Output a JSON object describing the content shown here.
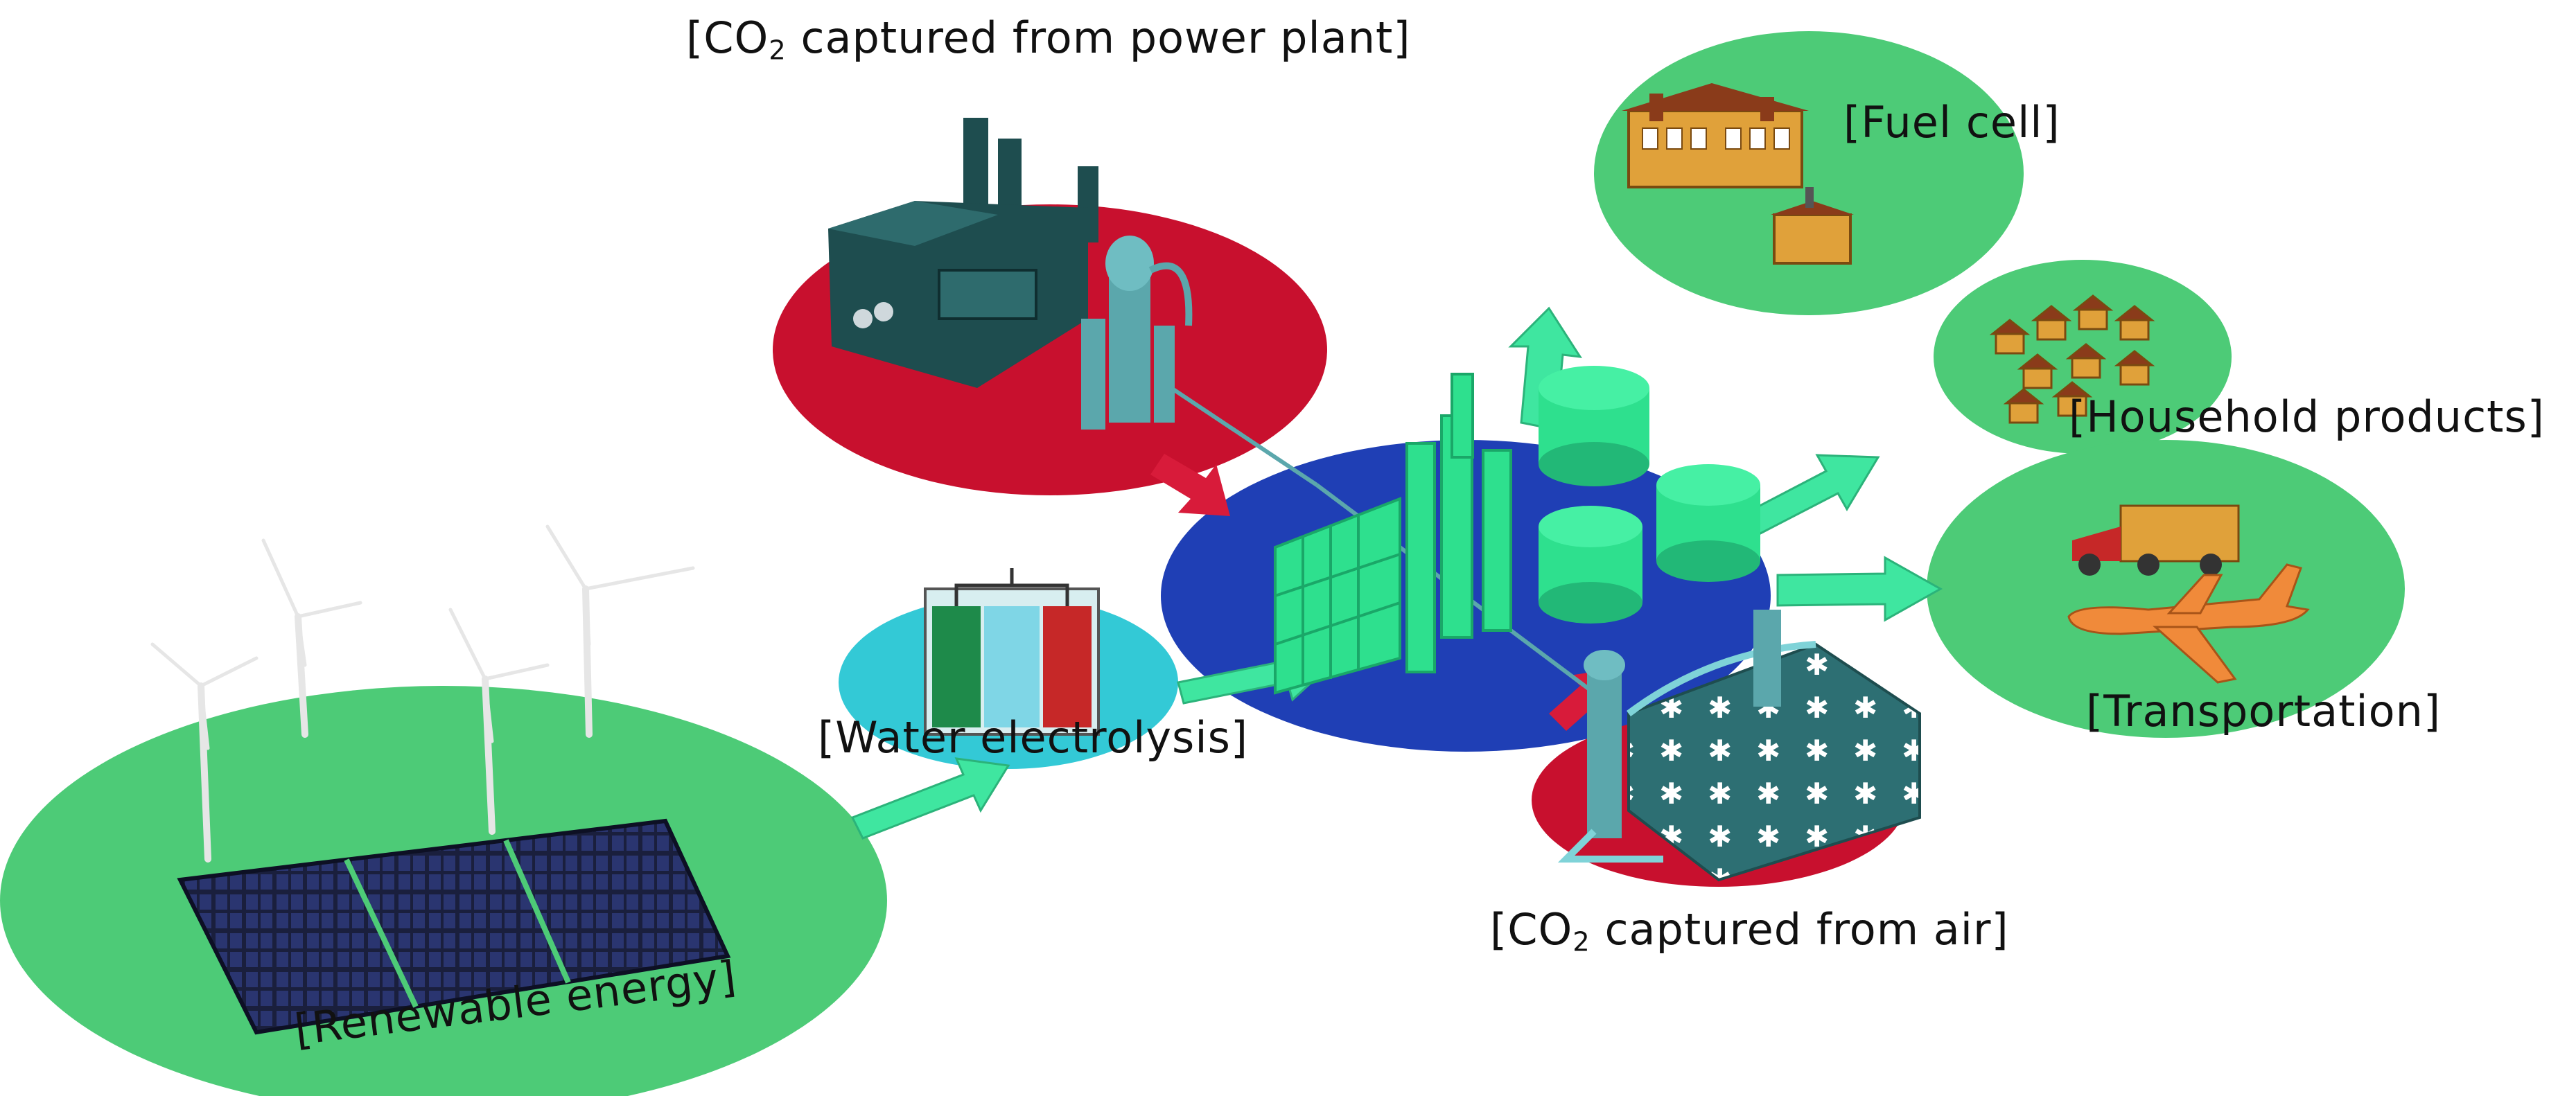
{
  "labels": {
    "co2_power_plant": {
      "prefix": "[CO",
      "sub": "2",
      "suffix": " captured from power plant]"
    },
    "fuel_cell": "[Fuel cell]",
    "household": "[Household products]",
    "transportation": "[Transportation]",
    "water_electrolysis": "[Water electrolysis]",
    "co2_air": {
      "prefix": "[CO",
      "sub": "2",
      "suffix": " captured from air]"
    },
    "renewable": "[Renewable energy]"
  },
  "colors": {
    "green_zone": "#4dcb77",
    "red_zone": "#c8102e",
    "blue_hub": "#1f3fb5",
    "cyan_zone": "#33c9d6",
    "arrow_green": "#3fe6a0",
    "arrow_red": "#d81b3a",
    "tank_green": "#2ee08e",
    "plant_dark": "#1e4d4f",
    "solar": "#1a1f3d"
  }
}
